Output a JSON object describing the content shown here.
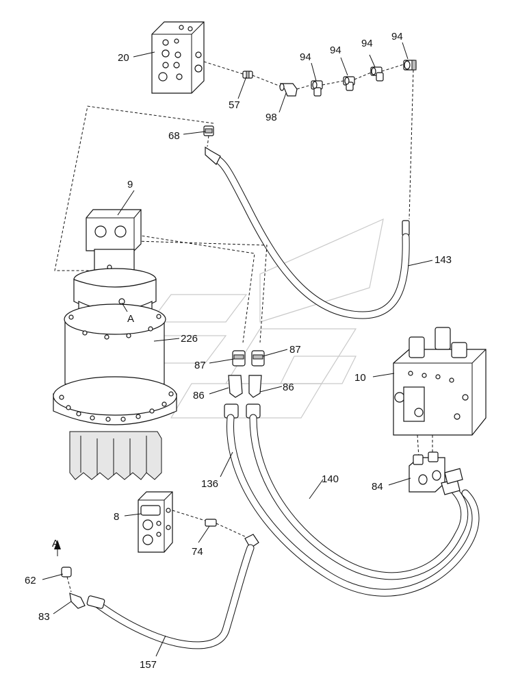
{
  "callouts": {
    "c20": "20",
    "c57": "57",
    "c98": "98",
    "c94a": "94",
    "c94b": "94",
    "c94c": "94",
    "c94d": "94",
    "c68": "68",
    "c9": "9",
    "cA1": "A",
    "c226": "226",
    "c87a": "87",
    "c87b": "87",
    "c86a": "86",
    "c86b": "86",
    "c143": "143",
    "c10": "10",
    "c84": "84",
    "c136": "136",
    "c140": "140",
    "c8": "8",
    "c74": "74",
    "cA2": "A",
    "c62": "62",
    "c83": "83",
    "c157": "157"
  }
}
